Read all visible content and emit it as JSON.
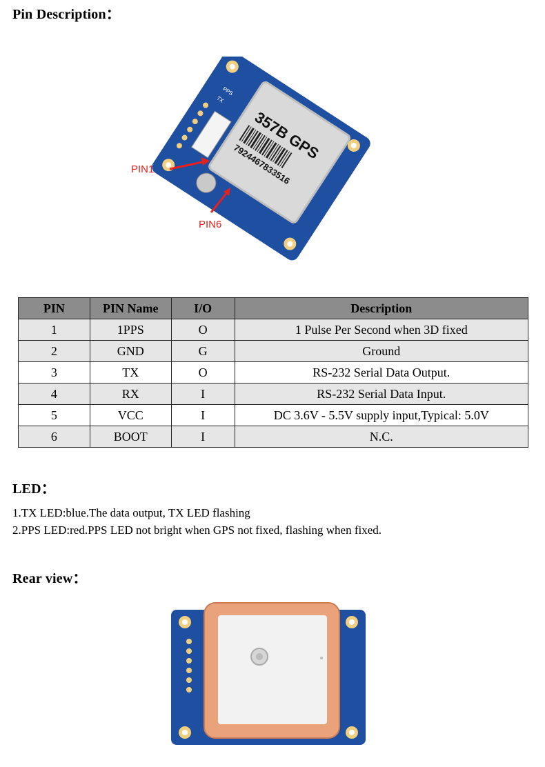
{
  "headings": {
    "pin_description": "Pin Description：",
    "led": "LED：",
    "rear_view": "Rear view："
  },
  "front_image": {
    "module_label": "357B GPS",
    "serial_number": "7924467833516",
    "silk_pps": "PPS",
    "silk_tx": "TX",
    "pin1_label": "PIN1",
    "pin6_label": "PIN6",
    "board_color": "#1f4fa0",
    "shield_color": "#d9d9d9",
    "callout_color": "#e8201c"
  },
  "rear_image": {
    "board_color": "#1f4fa0",
    "antenna_rim_color": "#e9a27a",
    "antenna_face_color": "#f2f2f2"
  },
  "table": {
    "headers": [
      "PIN",
      "PIN Name",
      "I/O",
      "Description"
    ],
    "rows": [
      [
        "1",
        "1PPS",
        "O",
        "1 Pulse Per Second when 3D fixed"
      ],
      [
        "2",
        "GND",
        "G",
        "Ground"
      ],
      [
        "3",
        "TX",
        "O",
        "RS-232 Serial Data Output."
      ],
      [
        "4",
        "RX",
        "I",
        "RS-232 Serial Data Input."
      ],
      [
        "5",
        "VCC",
        "I",
        "DC 3.6V - 5.5V supply input,Typical: 5.0V"
      ],
      [
        "6",
        "BOOT",
        "I",
        "N.C."
      ]
    ]
  },
  "led_notes": [
    "1.TX LED:blue.The data output, TX LED flashing",
    "2.PPS LED:red.PPS LED not bright when GPS not fixed,   flashing when fixed."
  ]
}
